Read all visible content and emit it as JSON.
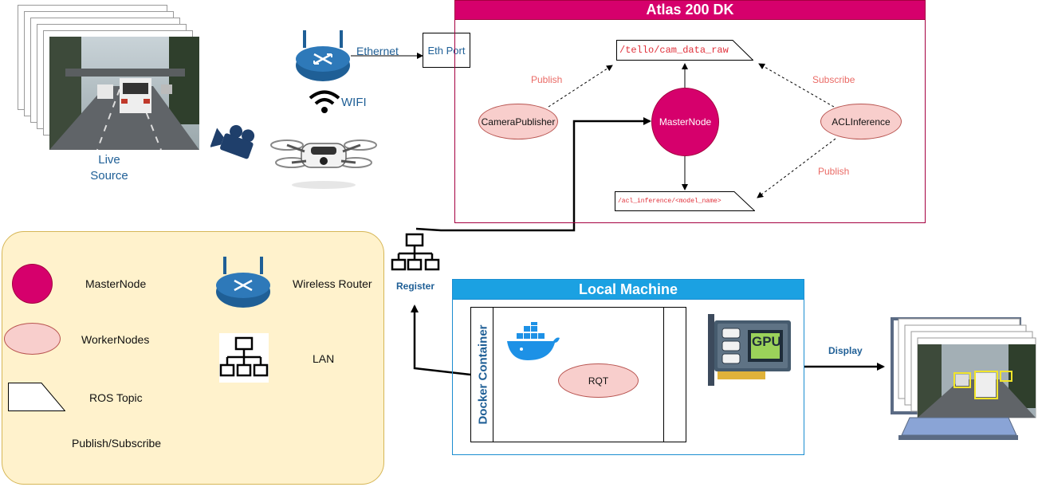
{
  "live_source": {
    "label_line1": "Live",
    "label_line2": "Source"
  },
  "network": {
    "ethernet_label": "Ethernet",
    "wifi_label": "WIFI",
    "eth_port_label": "Eth Port"
  },
  "atlas": {
    "title": "Atlas 200 DK",
    "topic_raw": "/tello/cam_data_raw",
    "topic_inference": "/acl_inference/<model_name>",
    "master_node": "MasterNode",
    "camera_publisher": "CameraPublisher",
    "acl_inference": "ACLInference",
    "publish_left": "Publish",
    "subscribe_right": "Subscribe",
    "publish_right": "Publish"
  },
  "register_label": "Register",
  "local_machine": {
    "title": "Local Machine",
    "docker_label": "Docker Container",
    "rqt_label": "RQT",
    "gpu_label": "GPU",
    "display_label": "Display"
  },
  "legend": {
    "master_node": "MasterNode",
    "worker_nodes": "WorkerNodes",
    "ros_topic": "ROS Topic",
    "publish_subscribe": "Publish/Subscribe",
    "wireless_router": "Wireless Router",
    "lan": "LAN"
  },
  "colors": {
    "master": "#d6006c",
    "worker": "#f8cecc",
    "worker_border": "#b85450",
    "atlas_header": "#d6006c",
    "local_header": "#1ba1e2",
    "legend_bg": "#fff2cc",
    "legend_border": "#d6b656",
    "router": "#1f5f96",
    "text_blue": "#1f5f96",
    "label_red": "#ea6b66"
  }
}
